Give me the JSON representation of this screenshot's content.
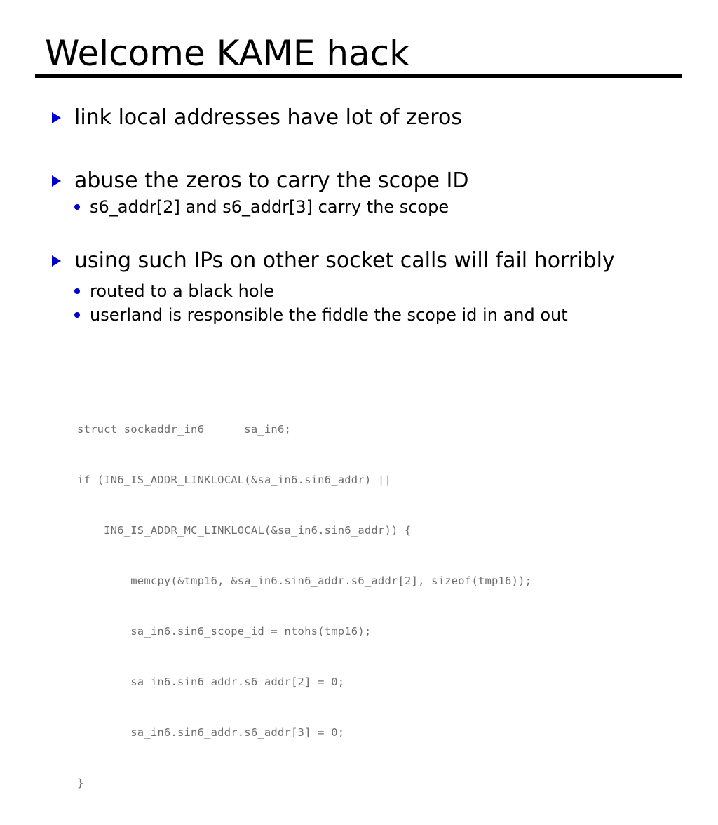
{
  "slide": {
    "title": "Welcome KAME hack",
    "accent_color": "#0000cc",
    "text_color": "#000000",
    "code_color": "#6e6e6e",
    "background_color": "#ffffff"
  },
  "bullets": [
    {
      "level": 1,
      "marker": "triangle",
      "text": "link local addresses have lot of zeros"
    },
    {
      "level": 1,
      "marker": "triangle",
      "text": "abuse the zeros to carry the scope ID"
    },
    {
      "level": 2,
      "marker": "dot",
      "text": "s6_addr[2] and s6_addr[3] carry the scope"
    },
    {
      "level": 1,
      "marker": "triangle",
      "text": "using such IPs on other socket calls will fail horribly"
    },
    {
      "level": 2,
      "marker": "dot",
      "text": "routed to a black hole"
    },
    {
      "level": 2,
      "marker": "dot",
      "text": "userland is responsible the fiddle the scope id in and out"
    }
  ],
  "code": {
    "language": "c",
    "lines": [
      "struct sockaddr_in6      sa_in6;",
      "if (IN6_IS_ADDR_LINKLOCAL(&sa_in6.sin6_addr) ||",
      "    IN6_IS_ADDR_MC_LINKLOCAL(&sa_in6.sin6_addr)) {",
      "        memcpy(&tmp16, &sa_in6.sin6_addr.s6_addr[2], sizeof(tmp16));",
      "        sa_in6.sin6_scope_id = ntohs(tmp16);",
      "        sa_in6.sin6_addr.s6_addr[2] = 0;",
      "        sa_in6.sin6_addr.s6_addr[3] = 0;",
      "}"
    ]
  }
}
